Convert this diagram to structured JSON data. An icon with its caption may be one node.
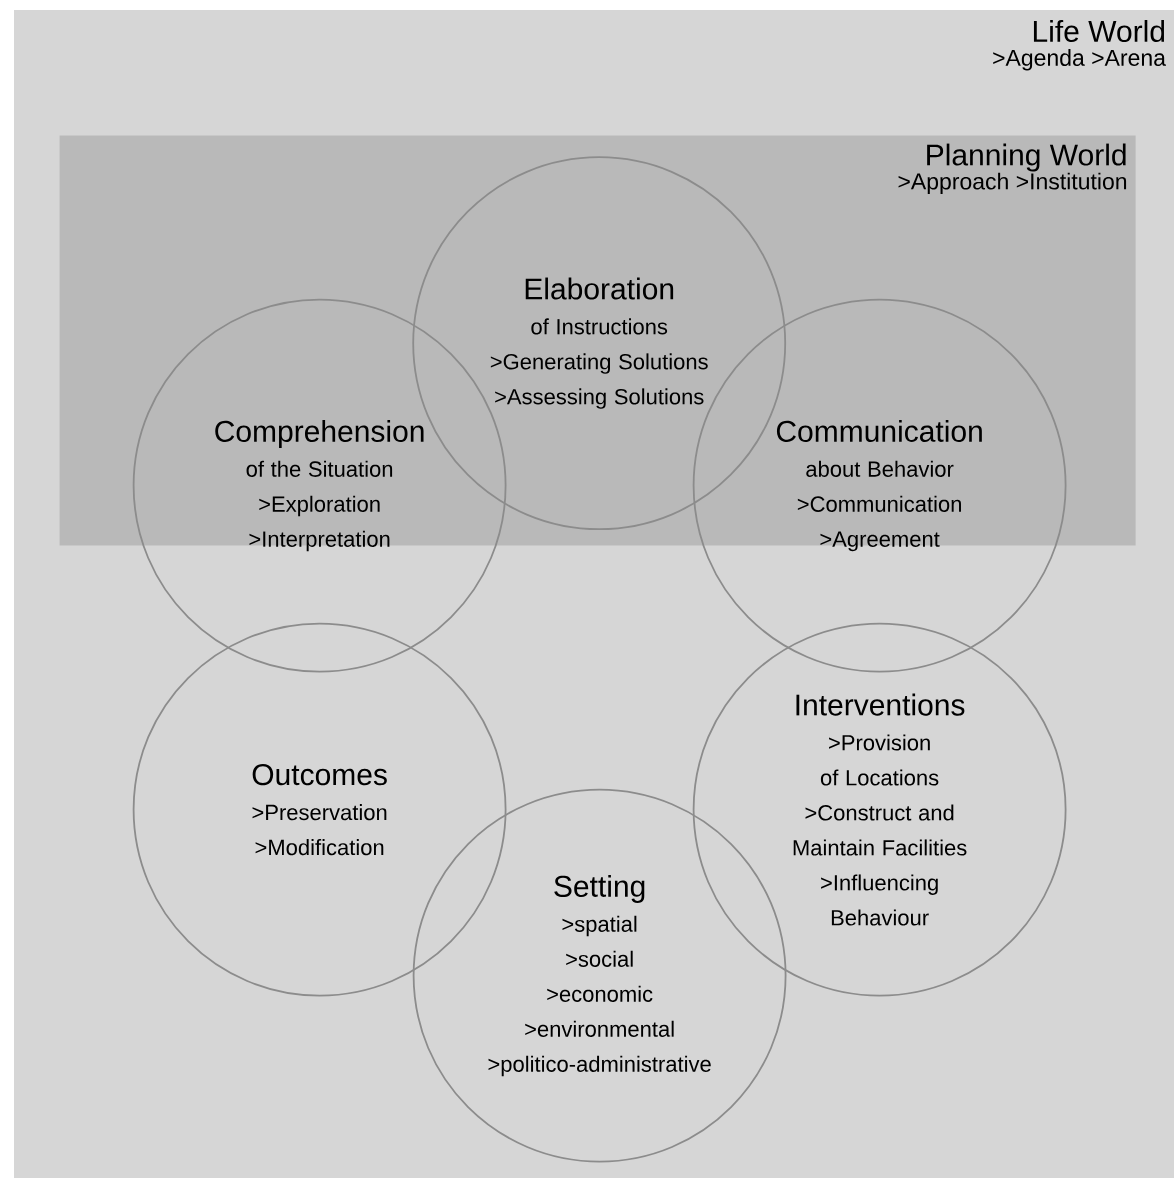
{
  "diagram": {
    "nodes": [
      {
        "text": [
          "Life World",
          ">Agenda >Arena"
        ]
      },
      {
        "text": [
          "Planning World",
          ">Approach >Institution"
        ],
        "in": 0
      },
      {
        "text": [
          "Elaboration",
          "of Instructions",
          ">Generating Solutions",
          ">Assessing Solutions"
        ],
        "in": 1
      },
      {
        "text": [
          "Comprehension",
          "of the Situation",
          ">Exploration",
          ">Interpretation"
        ],
        "in": 0
      },
      {
        "text": [
          "Communication",
          "about Behavior",
          ">Communication",
          ">Agreement"
        ],
        "in": 0
      },
      {
        "text": [
          "Outcomes",
          ">Preservation",
          ">Modification"
        ],
        "in": 0
      },
      {
        "text": [
          "Interventions",
          ">Provision of Locations",
          ">Construct and Maintain Facilities",
          ">Influencing Behaviour"
        ],
        "in": 0
      },
      {
        "text": [
          "Setting",
          ">spatial",
          ">social",
          ">economic",
          ">environmental",
          ">politico-administrative"
        ],
        "in": 0
      }
    ]
  }
}
